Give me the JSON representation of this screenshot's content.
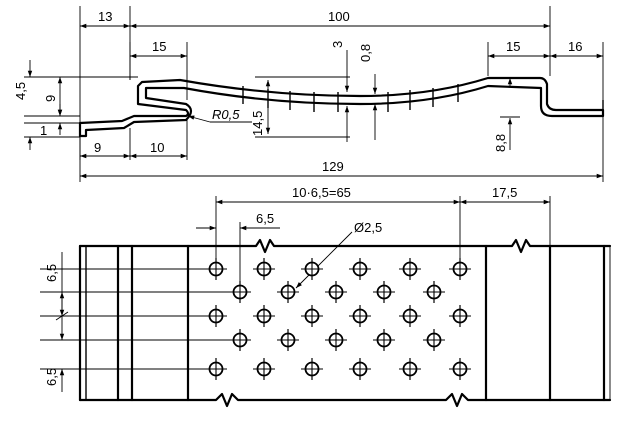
{
  "profile_dims": {
    "d13": "13",
    "d100": "100",
    "d15_left": "15",
    "d3": "3",
    "d0_8": "0,8",
    "d15_right": "15",
    "d16": "16",
    "d4_5": "4,5",
    "d9_vert": "9",
    "d1": "1",
    "r0_5": "R0,5",
    "d14_5": "14,5",
    "d8_8": "8,8",
    "d9_bottom": "9",
    "d10_bottom": "10",
    "d129": "129"
  },
  "plate_dims": {
    "pitch_total": "10·6,5=65",
    "d17_5": "17,5",
    "d6_5_horiz": "6,5",
    "hole_diameter": "Ø2,5",
    "d6_5_top": "6,5",
    "d6_5_bottom": "6,5"
  }
}
